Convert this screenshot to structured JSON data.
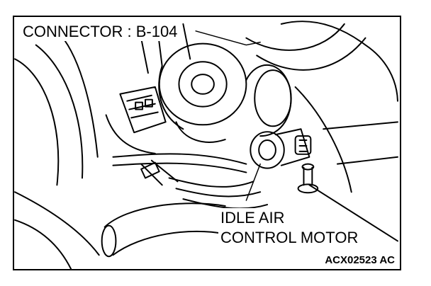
{
  "labels": {
    "connector": "CONNECTOR : B-104",
    "motor_line1": "IDLE AIR",
    "motor_line2": "CONTROL MOTOR",
    "reference_code": "ACX02523 AC"
  },
  "colors": {
    "ink": "#000000",
    "paper": "#ffffff"
  }
}
